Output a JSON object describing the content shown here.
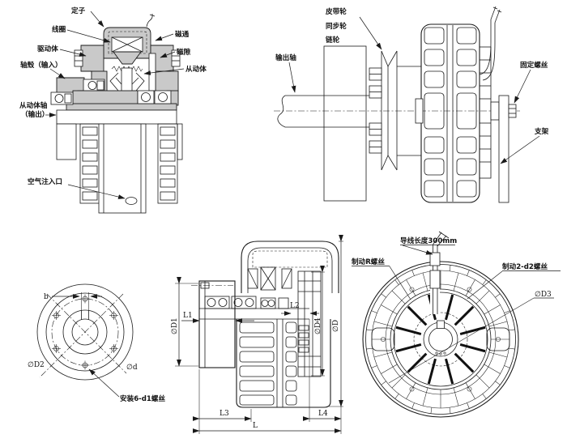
{
  "figure": {
    "type": "engineering-drawing",
    "colors": {
      "line": "#1a1a1a",
      "section_fill": "#c9c9c9",
      "background": "#ffffff"
    }
  },
  "labels": {
    "section": {
      "stator": "定子",
      "coil": "线圈",
      "flux": "磁通",
      "drive_body": "驱动体",
      "gap": "磁隙",
      "shaft_housing_input": "轴殼（输入）",
      "driven_body": "从动体",
      "driven_shaft_line1": "从动体轴",
      "driven_shaft_line2": "（输出）",
      "air_inlet": "空气注入口"
    },
    "mounting": {
      "pulley_line1": "皮带轮",
      "pulley_line2": "同步轮",
      "pulley_line3": "链轮",
      "output_shaft": "输出轴",
      "fixing_screw": "固定螺丝",
      "bracket": "支架"
    },
    "flange": {
      "b": "b",
      "d2": "∅D2",
      "d": "∅d",
      "mount_screws": "安装6-d1螺丝"
    },
    "dims": {
      "l1": "L1",
      "l2": "L2",
      "l3": "L3",
      "l4": "L4",
      "l": "L",
      "d1": "∅D1",
      "d4": "∅D4",
      "dmax": "∅D"
    },
    "wheel": {
      "lead_length": "导线长度300mm",
      "brake_r_screw": "制动R螺丝",
      "brake_d2_screw": "制动2-d2螺丝",
      "d3": "∅D3"
    }
  }
}
